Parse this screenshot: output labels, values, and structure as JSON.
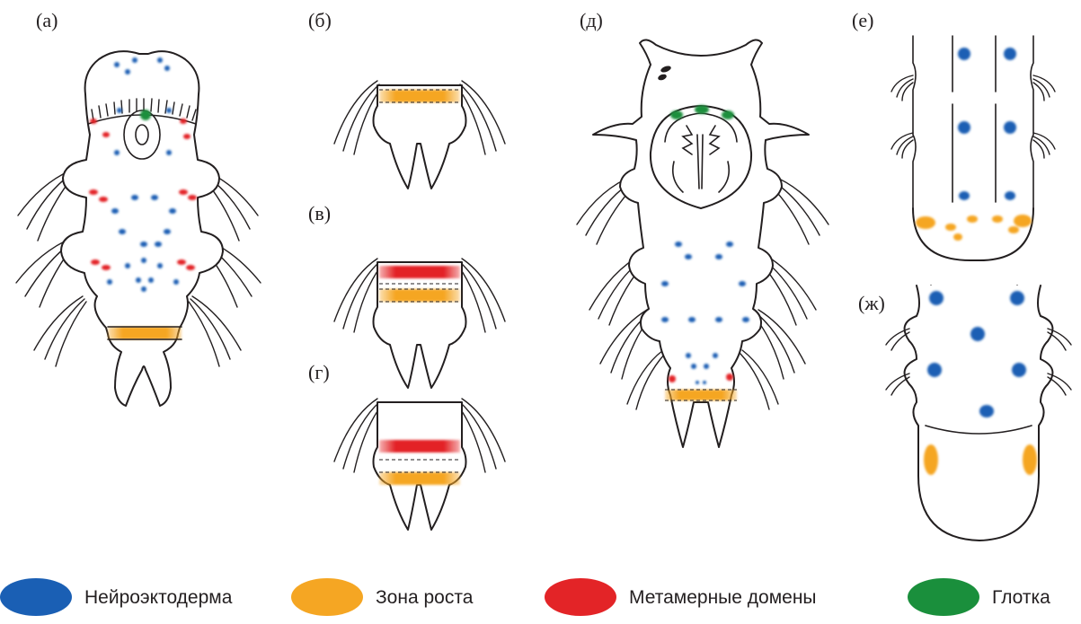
{
  "panels": {
    "a": "(а)",
    "b": "(б)",
    "v": "(в)",
    "g": "(г)",
    "d": "(д)",
    "e": "(е)",
    "zh": "(ж)"
  },
  "legend": [
    {
      "key": "neuro",
      "label": "Нейроэктодерма",
      "color": "#1a5fb4"
    },
    {
      "key": "growth",
      "label": "Зона роста",
      "color": "#f5a623"
    },
    {
      "key": "meta",
      "label": "Метамерные домены",
      "color": "#e32427"
    },
    {
      "key": "pharynx",
      "label": "Глотка",
      "color": "#1a8f3c"
    }
  ]
}
